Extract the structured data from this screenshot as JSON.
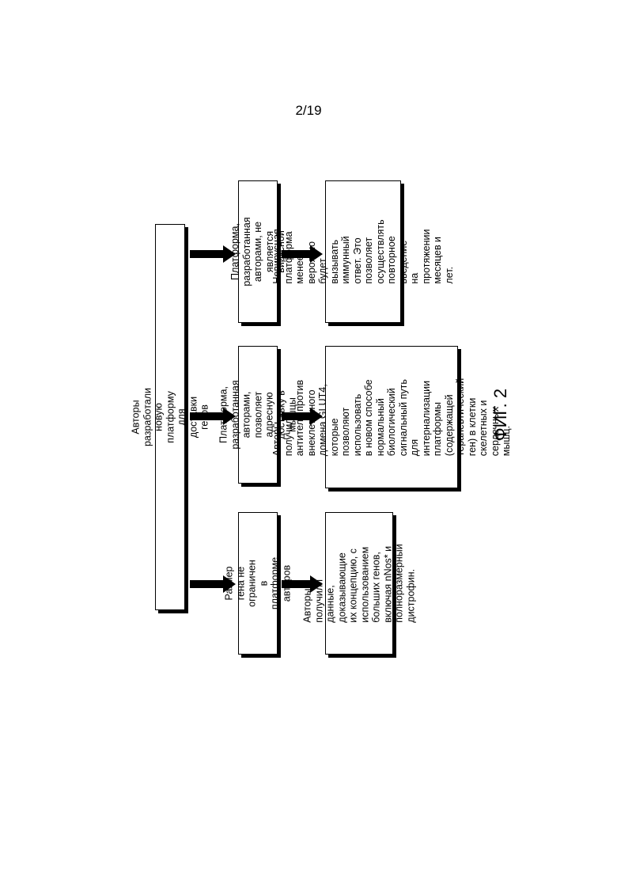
{
  "page_number": "2/19",
  "figure_label": "ФИГ. 2",
  "main": {
    "text": "Авторы разработали новую платформу для доставки генов"
  },
  "columns": [
    {
      "level1": "Платформа, разработанная\nавторами, не является вирусной",
      "level2": "Невирусная платформа менее\nвероятно будет вызывать\nиммунный ответ. Это позволяет\nосуществлять повторное введение\nна протяжении месяцев и лет."
    },
    {
      "level1": "Платформа, разработанная\nавторами, позволяет адресную\nдоставку в мышцы",
      "level2": "Авторы получили антитела против\nвнеклеточного домена GLUT4,\nкоторые позволяют использовать\nв новом способе нормальный\nбиологический сигнальный путь\nдля интернализации платформы\n(содержащей терапевтический\nген) в клетки скелетных и\nсердечных мышц."
    },
    {
      "level1": "Размер гена не ограничен в\nплатформе авторов",
      "level2": "Авторы получили данные,\nдоказывающие их концепцию, с\nиспользованием больших генов,\nвключая nNos* и полноразмерный\nдистрофин."
    }
  ]
}
